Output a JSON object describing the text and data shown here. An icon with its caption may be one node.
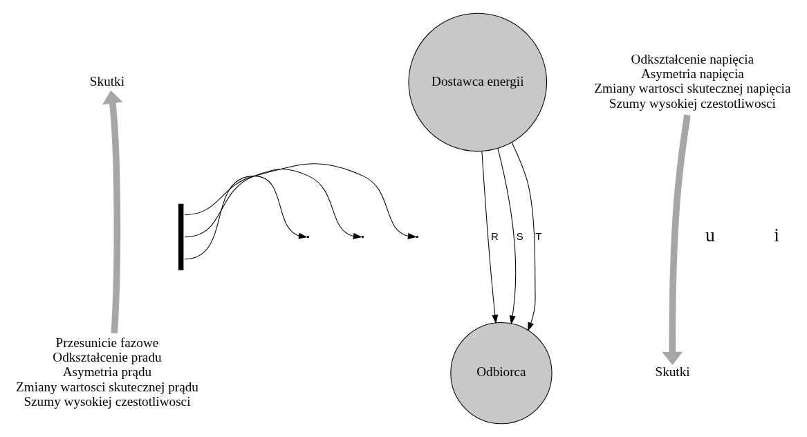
{
  "diagram": {
    "nodes": [
      {
        "text": [
          "Skutki"
        ]
      },
      {
        "text": [
          "Dostawca energii"
        ]
      },
      {
        "text": [
          "Odkształcenie napięcia",
          "Asymetria napięcia",
          "Zmiany wartosci skutecznej napięcia",
          "Szumy wysokiej czestotliwosci"
        ]
      },
      {
        "text": [],
        "shape": "bar"
      },
      {
        "text": [
          "Przesunicie fazowe",
          "Odkształcenie pradu",
          "Asymetria prądu",
          "Zmiany wartosci skutecznej prądu",
          "Szumy wysokiej czestotliwosci"
        ]
      },
      {
        "text": [
          "Odbiorca"
        ]
      },
      {
        "text": [
          "Skutki"
        ]
      }
    ],
    "edges": [
      {
        "from": 4,
        "to": 0,
        "arrow": "to",
        "style": "thick",
        "color": "#a6a6a6"
      },
      {
        "from": 2,
        "to": 6,
        "arrow": "to",
        "style": "thick",
        "color": "#a6a6a6"
      },
      {
        "from": 1,
        "to": 5,
        "arrow": "to",
        "label": "R"
      },
      {
        "from": 1,
        "to": 5,
        "arrow": "to",
        "label": "S"
      },
      {
        "from": 1,
        "to": 5,
        "arrow": "to",
        "label": "T"
      },
      {
        "from": 3,
        "to": null,
        "arrow": "to"
      },
      {
        "from": 3,
        "to": null,
        "arrow": "to"
      },
      {
        "from": 3,
        "to": null,
        "arrow": "to"
      }
    ],
    "labels": [
      "u",
      "i"
    ]
  }
}
